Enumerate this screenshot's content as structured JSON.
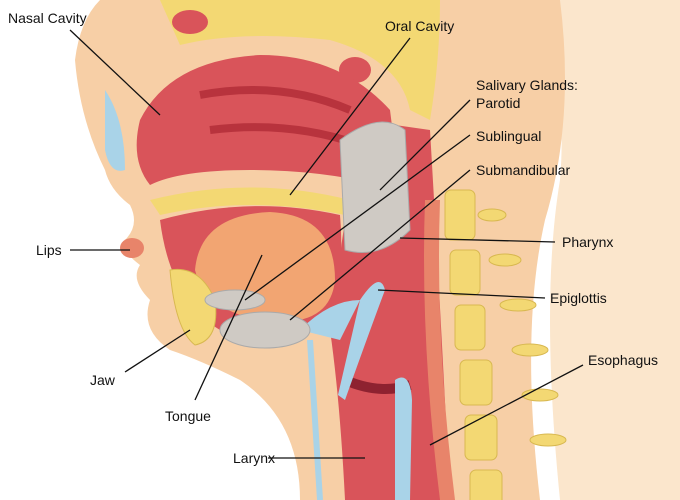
{
  "labels": {
    "nasal_cavity": "Nasal Cavity",
    "oral_cavity": "Oral Cavity",
    "salivary_glands": "Salivary Glands:",
    "parotid": "Parotid",
    "sublingual": "Sublingual",
    "submandibular": "Submandibular",
    "pharynx": "Pharynx",
    "lips": "Lips",
    "epiglottis": "Epiglottis",
    "jaw": "Jaw",
    "esophagus": "Esophagus",
    "tongue": "Tongue",
    "larynx": "Larynx"
  },
  "colors": {
    "skin": "#f7cfa6",
    "skin_light": "#fbe6cc",
    "tissue": "#d9545a",
    "tissue_dark": "#b8333d",
    "bone": "#f3d873",
    "tongue": "#f2a572",
    "gland": "#cfcac4",
    "cartilage": "#a9d3e8"
  }
}
